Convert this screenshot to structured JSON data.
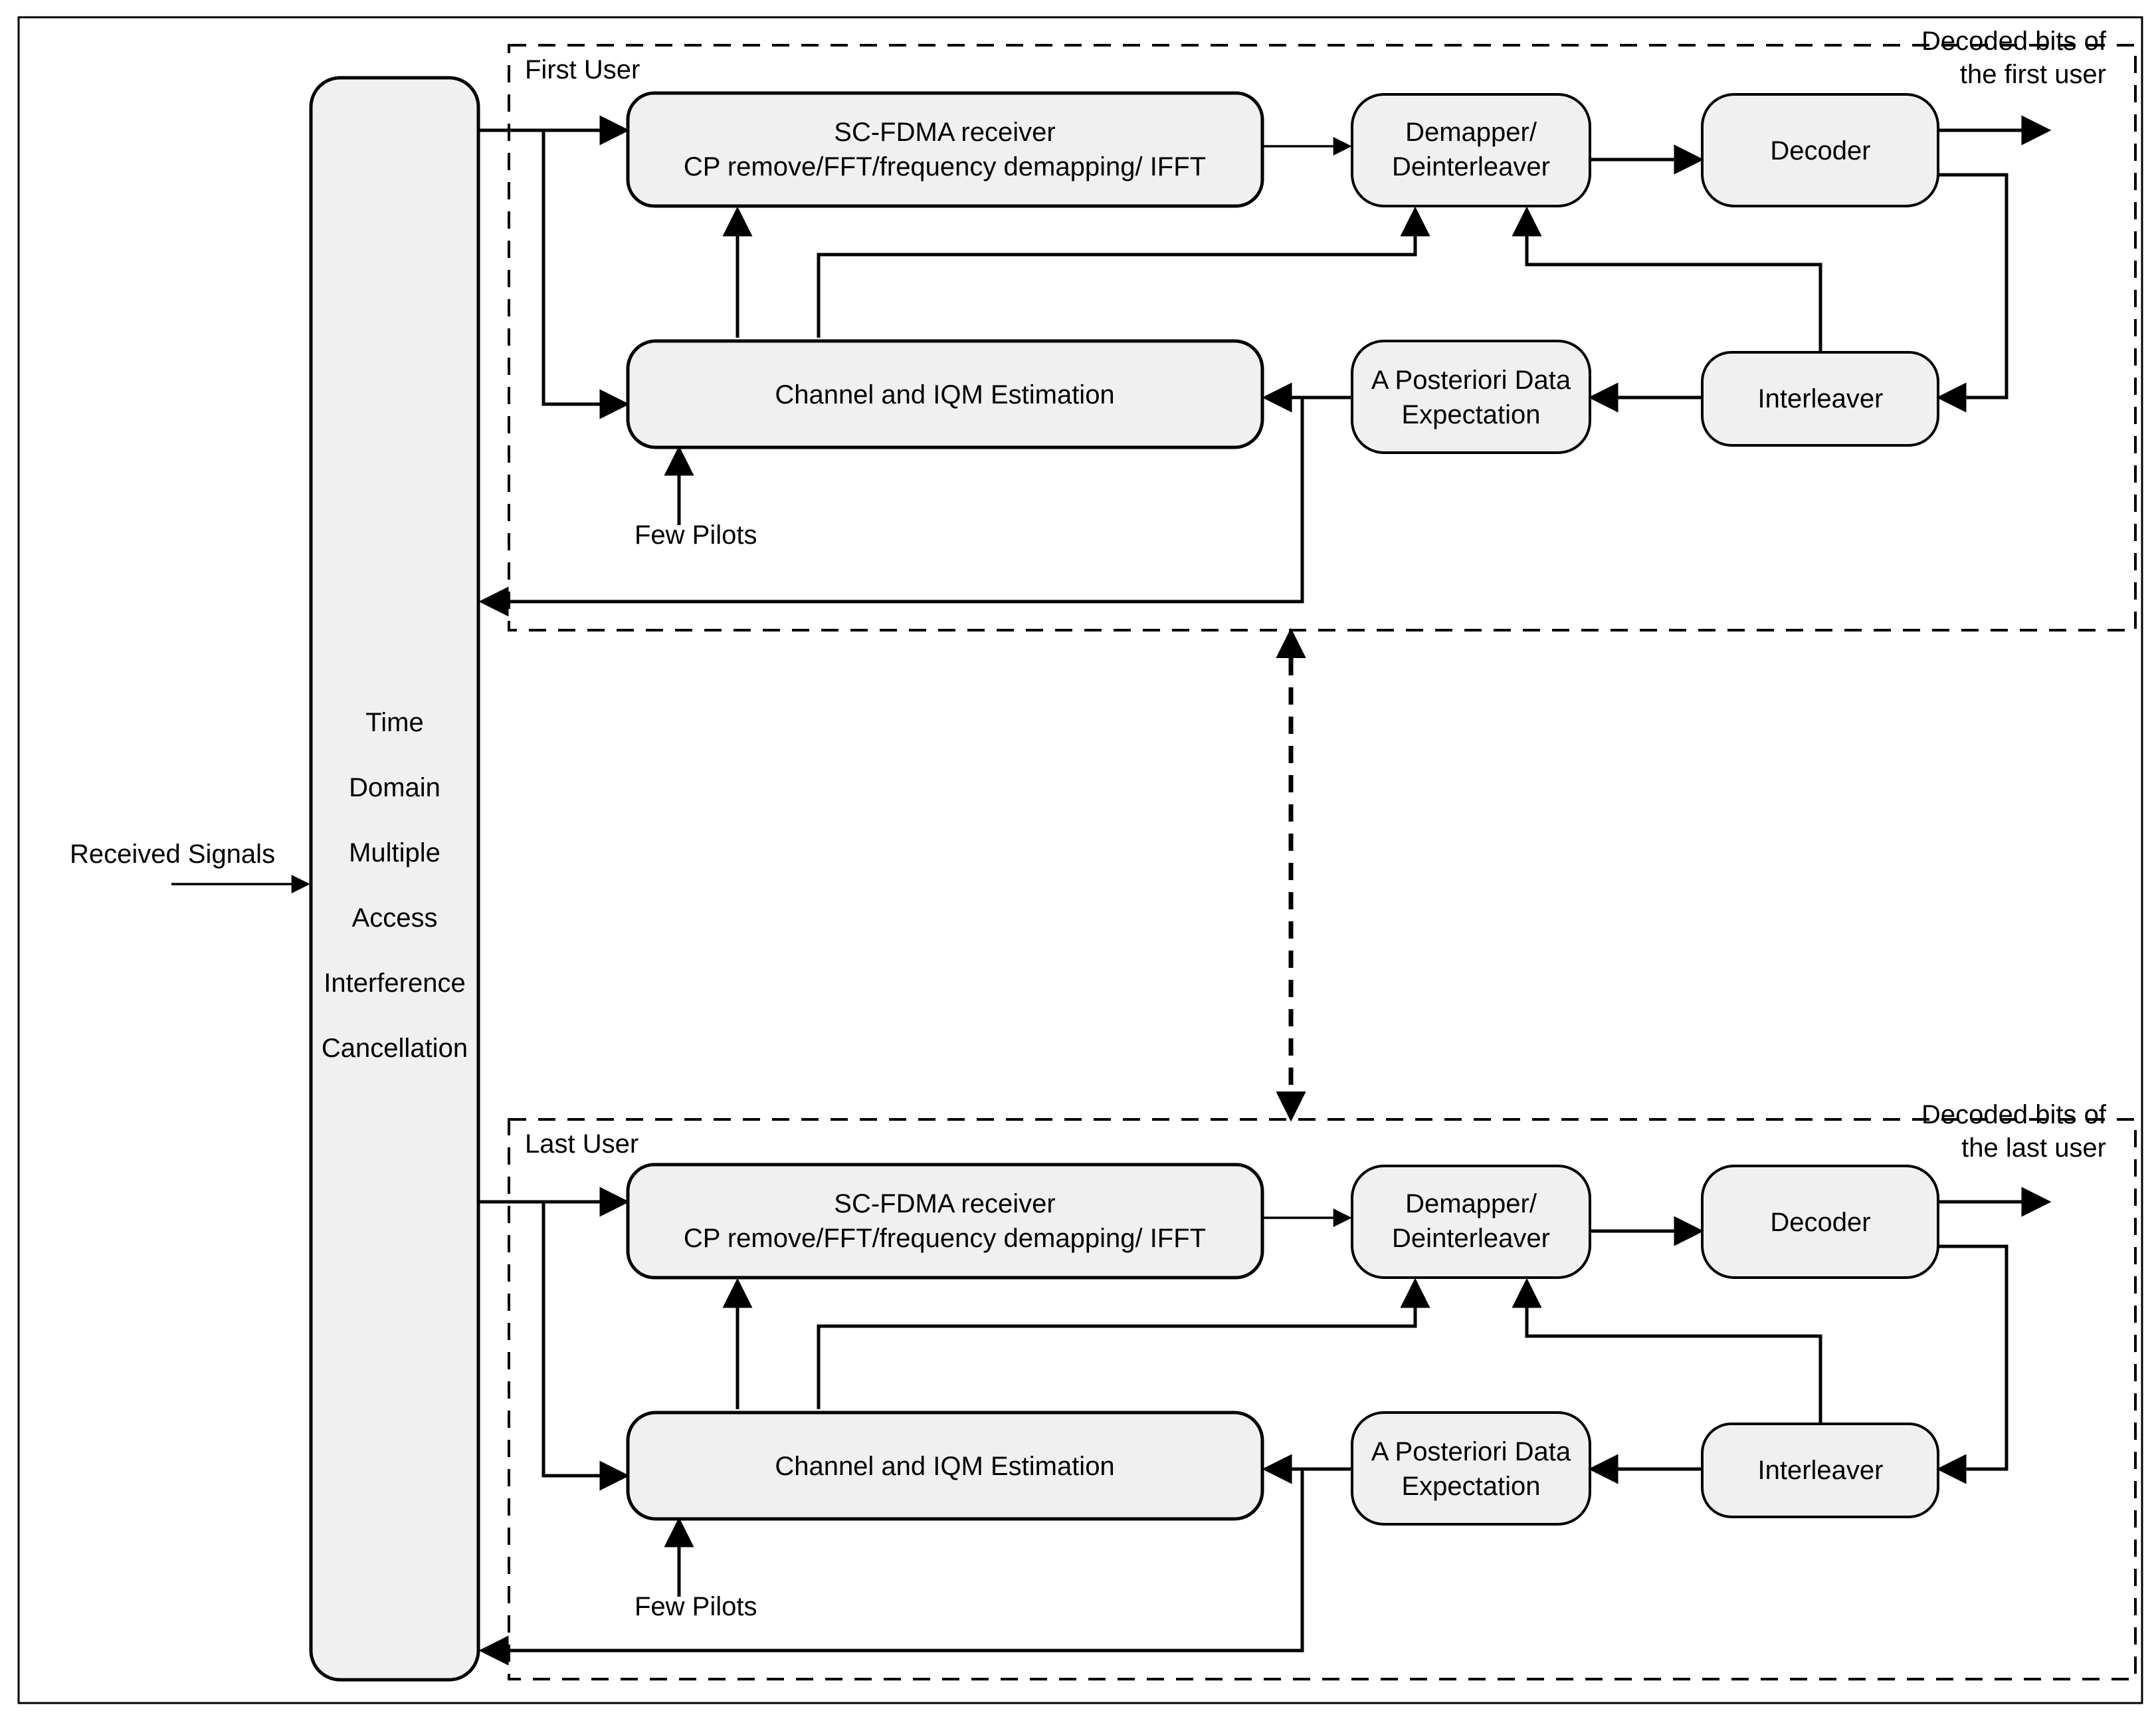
{
  "diagram": {
    "title": "Iterative SC-FDMA multiuser receiver block diagram",
    "colors": {
      "box_fill": "#f0f0f0",
      "stroke": "#000000",
      "background": "#ffffff"
    },
    "input_label": "Received Signals",
    "tdmaic": {
      "lines": [
        "Time",
        "Domain",
        "Multiple",
        "Access",
        "Interference",
        "Cancellation"
      ]
    },
    "groups": [
      {
        "id": "first-user",
        "label": "First User",
        "output_label_lines": [
          "Decoded bits of",
          "the first user"
        ],
        "blocks": {
          "sc_fdma_line1": "SC-FDMA receiver",
          "sc_fdma_line2": "CP remove/FFT/frequency demapping/ IFFT",
          "demapper_line1": "Demapper/",
          "demapper_line2": "Deinterleaver",
          "decoder": "Decoder",
          "channel_est": "Channel  and IQM Estimation",
          "apde_line1": "A Posteriori Data",
          "apde_line2": "Expectation",
          "interleaver": "Interleaver"
        },
        "pilots_label": "Few Pilots"
      },
      {
        "id": "last-user",
        "label": "Last User",
        "output_label_lines": [
          "Decoded bits of",
          "the last user"
        ],
        "blocks": {
          "sc_fdma_line1": "SC-FDMA receiver",
          "sc_fdma_line2": "CP remove/FFT/frequency demapping/ IFFT",
          "demapper_line1": "Demapper/",
          "demapper_line2": "Deinterleaver",
          "decoder": "Decoder",
          "channel_est": "Channel and IQM Estimation",
          "apde_line1": "A Posteriori Data",
          "apde_line2": "Expectation",
          "interleaver": "Interleaver"
        },
        "pilots_label": "Few Pilots"
      }
    ]
  }
}
